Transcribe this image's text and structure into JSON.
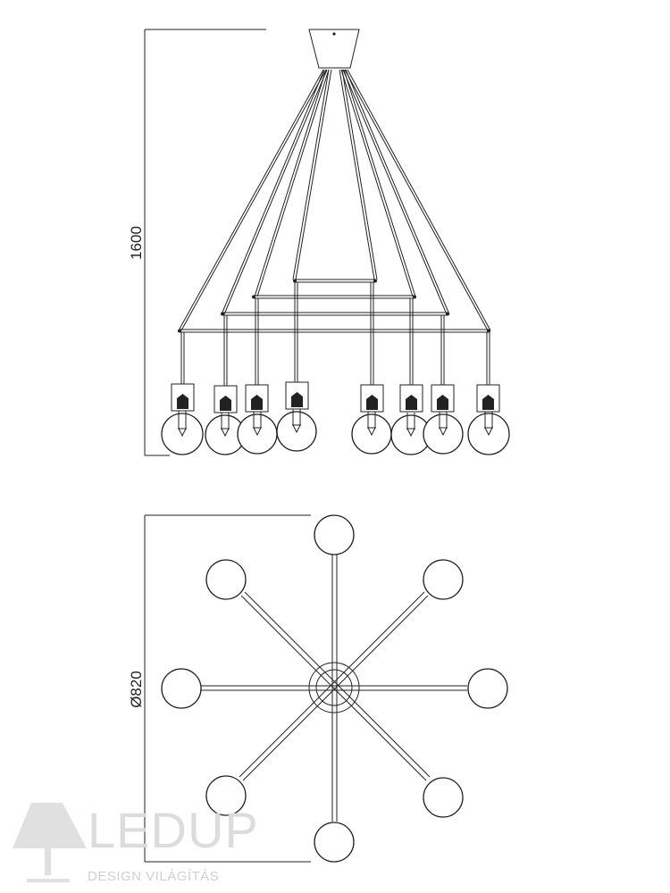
{
  "drawing": {
    "height_dimension": "1600",
    "diameter_dimension": "Ø820"
  },
  "watermark": {
    "brand": "LEDUP",
    "tagline": "DESIGN VILÁGÍTÁS"
  }
}
